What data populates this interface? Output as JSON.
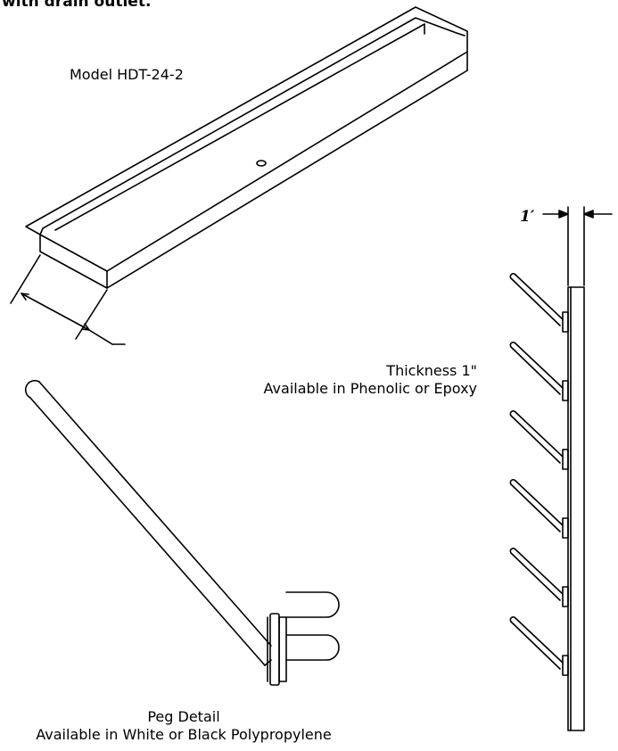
{
  "header_fragment": "with drain outlet.",
  "tray": {
    "model_label": "Model HDT-24-2"
  },
  "panel": {
    "thickness_label": "Thickness 1\"",
    "material_label": "Available in Phenolic or Epoxy",
    "dimension_label": "1′"
  },
  "peg": {
    "title": "Peg Detail",
    "material_label": "Available in White or Black Polypropylene"
  }
}
